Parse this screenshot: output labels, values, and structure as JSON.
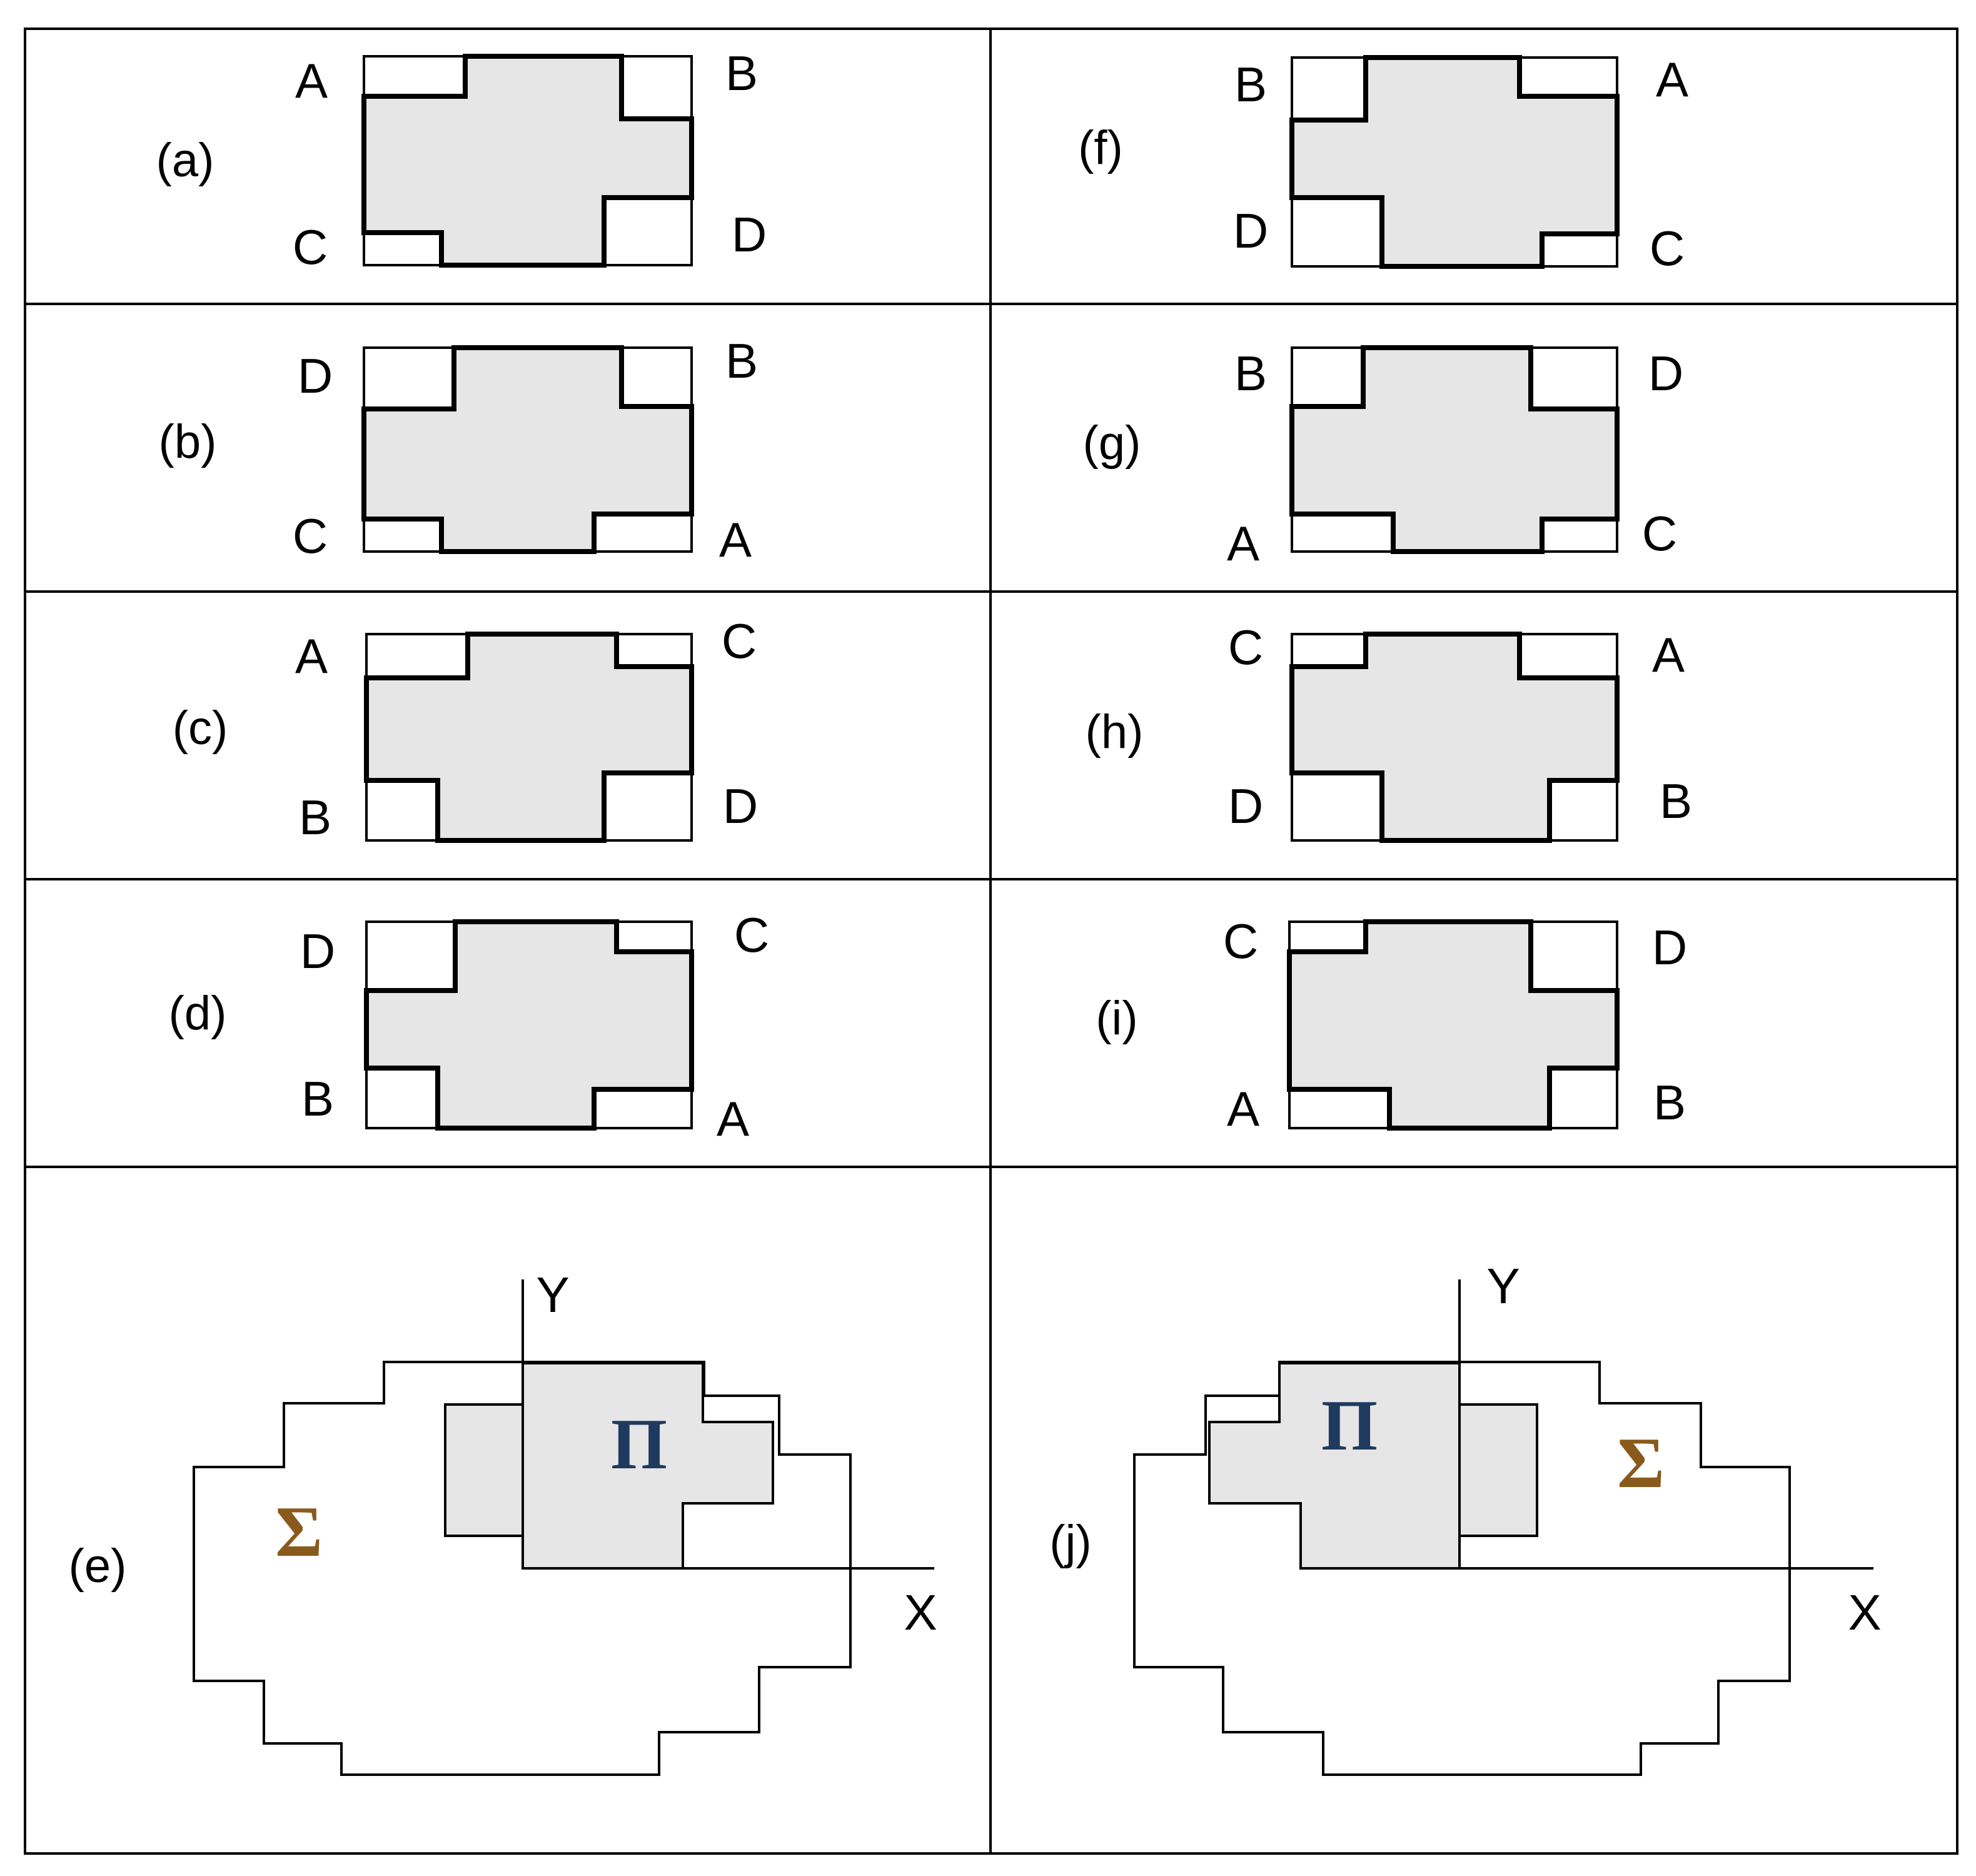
{
  "colors": {
    "line": "#000000",
    "shape_fill": "#e6e6e6",
    "pi_color": "#1f3a5f",
    "sigma_color": "#8a5a1c"
  },
  "panels": {
    "a": {
      "label": "(a)",
      "corners": [
        "A",
        "B",
        "C",
        "D"
      ]
    },
    "b": {
      "label": "(b)",
      "corners": [
        "D",
        "B",
        "C",
        "A"
      ]
    },
    "c": {
      "label": "(c)",
      "corners": [
        "A",
        "C",
        "B",
        "D"
      ]
    },
    "d": {
      "label": "(d)",
      "corners": [
        "D",
        "C",
        "B",
        "A"
      ]
    },
    "e": {
      "label": "(e)",
      "x_axis": "X",
      "y_axis": "Y",
      "inner": "Π",
      "outer": "Σ"
    },
    "f": {
      "label": "(f)",
      "corners": [
        "B",
        "A",
        "D",
        "C"
      ]
    },
    "g": {
      "label": "(g)",
      "corners": [
        "B",
        "D",
        "A",
        "C"
      ]
    },
    "h": {
      "label": "(h)",
      "corners": [
        "C",
        "A",
        "D",
        "B"
      ]
    },
    "i": {
      "label": "(i)",
      "corners": [
        "C",
        "D",
        "A",
        "B"
      ]
    },
    "j": {
      "label": "(j)",
      "x_axis": "X",
      "y_axis": "Y",
      "inner": "Π",
      "outer": "Σ"
    }
  }
}
